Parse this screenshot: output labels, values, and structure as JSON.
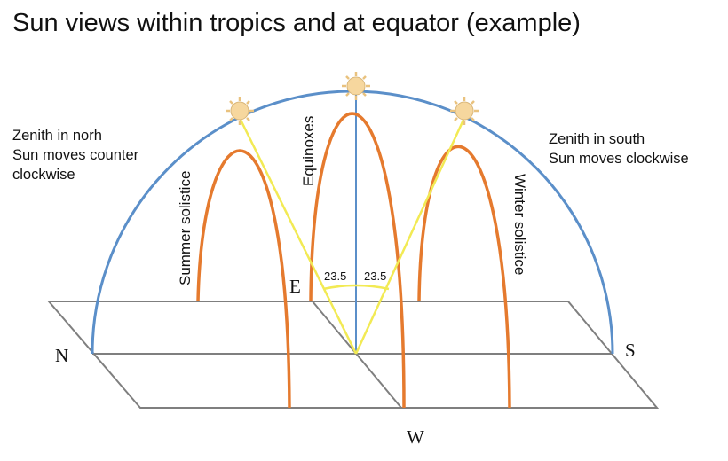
{
  "title": "Sun views within tropics and at equator (example)",
  "notes": {
    "north": [
      "Zenith in norh",
      "Sun moves counter",
      "clockwise"
    ],
    "south": [
      "Zenith in south",
      "Sun moves clockwise"
    ]
  },
  "paths": {
    "summer": "Summer solistice",
    "equinox": "Equinoxes",
    "winter": "Winter solistice"
  },
  "directions": {
    "north": "N",
    "south": "S",
    "east": "E",
    "west": "W"
  },
  "angles": {
    "left": "23.5",
    "right": "23.5"
  },
  "colors": {
    "meridian": "#5b8fc9",
    "sun_path": "#e57a2e",
    "sun_ray": "#f2ea54",
    "ground": "#7f7f7f",
    "sun": "#f6d79e"
  }
}
